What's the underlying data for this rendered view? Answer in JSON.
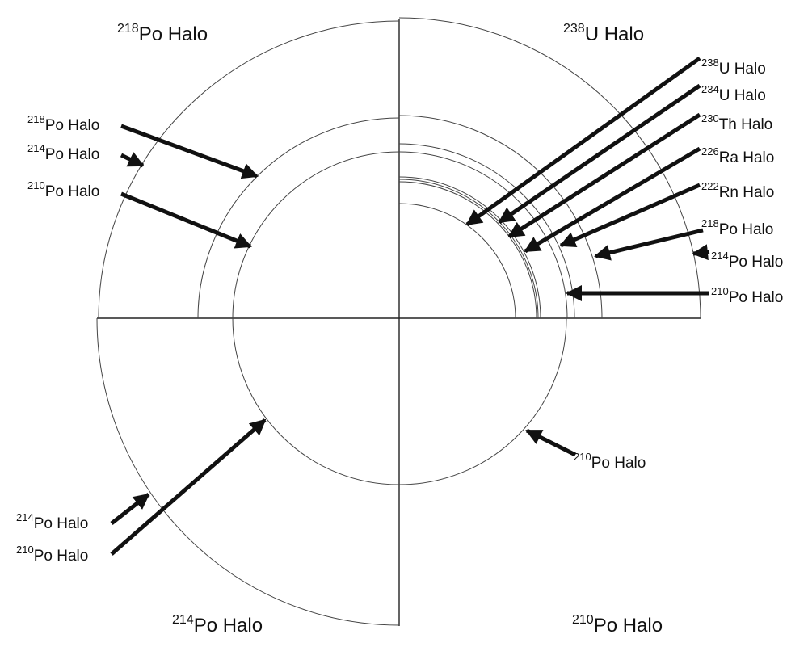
{
  "quadrant_titles": {
    "top_left": {
      "mass": "218",
      "text": "Po Halo"
    },
    "top_right": {
      "mass": "238",
      "text": "U Halo"
    },
    "bottom_left": {
      "mass": "214",
      "text": "Po Halo"
    },
    "bottom_right": {
      "mass": "210",
      "text": "Po Halo"
    }
  },
  "top_left_labels": [
    {
      "mass": "218",
      "text": "Po Halo"
    },
    {
      "mass": "214",
      "text": "Po Halo"
    },
    {
      "mass": "210",
      "text": "Po Halo"
    }
  ],
  "top_right_labels": [
    {
      "mass": "238",
      "text": "U Halo"
    },
    {
      "mass": "234",
      "text": "U Halo"
    },
    {
      "mass": "230",
      "text": "Th Halo"
    },
    {
      "mass": "226",
      "text": "Ra Halo"
    },
    {
      "mass": "222",
      "text": "Rn Halo"
    },
    {
      "mass": "218",
      "text": "Po Halo"
    },
    {
      "mass": "214",
      "text": "Po Halo"
    },
    {
      "mass": "210",
      "text": "Po Halo"
    }
  ],
  "bottom_right_labels": [
    {
      "mass": "210",
      "text": "Po Halo"
    }
  ],
  "bottom_left_labels": [
    {
      "mass": "214",
      "text": "Po Halo"
    },
    {
      "mass": "210",
      "text": "Po Halo"
    }
  ]
}
